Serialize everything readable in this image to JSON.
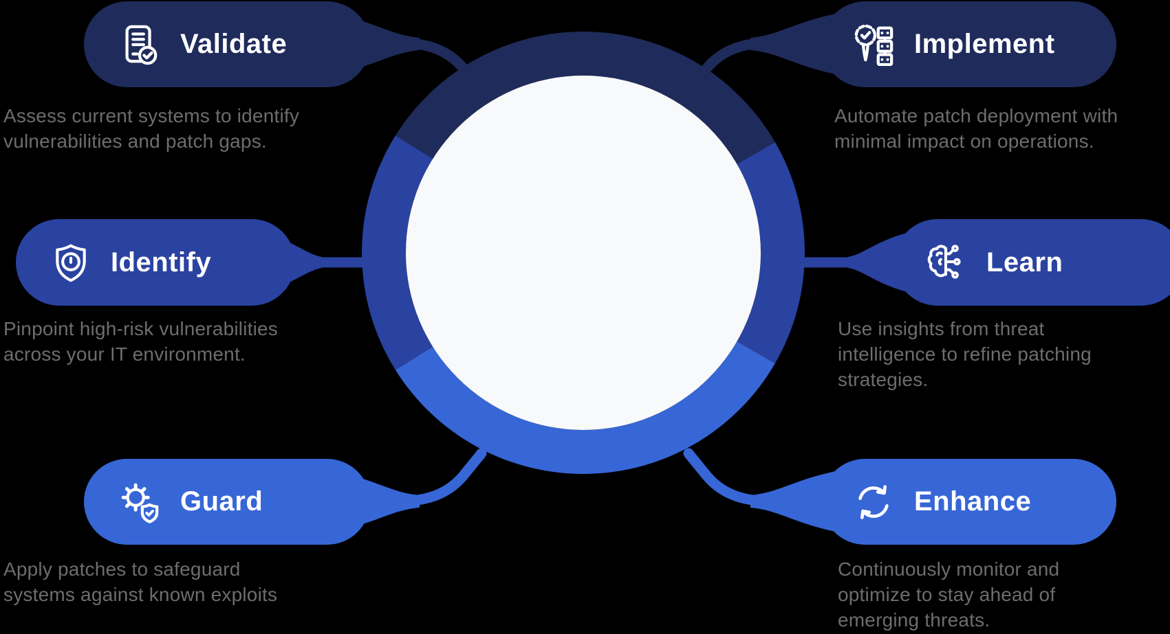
{
  "diagram_title": "",
  "colors": {
    "background": "#000000",
    "navy": "#1f2b5b",
    "medium_blue": "#2a42a0",
    "bright_blue": "#3766d6",
    "center_fill": "#f8f9fa",
    "label_text": "#ffffff",
    "description_text": "#6d6d6d"
  },
  "ring": {
    "center_color": "#f8f9fa",
    "segments": [
      {
        "name": "top",
        "color": "#1f2b5b"
      },
      {
        "name": "left",
        "color": "#2a42a0"
      },
      {
        "name": "bottom",
        "color": "#3766d6"
      },
      {
        "name": "right",
        "color": "#2a42a0"
      }
    ]
  },
  "steps": [
    {
      "id": "validate",
      "label": "Validate",
      "description": "Assess current systems to identify\nvulnerabilities and patch gaps.",
      "icon": "document-check-icon",
      "position": "top-left",
      "color": "#1f2b5b"
    },
    {
      "id": "implement",
      "label": "Implement",
      "description": "Automate patch deployment with\nminimal impact on operations.",
      "icon": "patch-deploy-icon",
      "position": "top-right",
      "color": "#1f2b5b"
    },
    {
      "id": "identify",
      "label": "Identify",
      "description": "Pinpoint high-risk vulnerabilities\nacross your IT environment.",
      "icon": "shield-alert-icon",
      "position": "middle-left",
      "color": "#2a42a0"
    },
    {
      "id": "learn",
      "label": "Learn",
      "description": "Use insights from threat\nintelligence to refine patching\nstrategies.",
      "icon": "ai-brain-icon",
      "position": "middle-right",
      "color": "#2a42a0"
    },
    {
      "id": "guard",
      "label": "Guard",
      "description": "Apply patches to safeguard\nsystems against known exploits",
      "icon": "gear-shield-icon",
      "position": "bottom-left",
      "color": "#3766d6"
    },
    {
      "id": "enhance",
      "label": "Enhance",
      "description": "Continuously monitor and\noptimize to stay ahead of\nemerging threats.",
      "icon": "sync-arrows-icon",
      "position": "bottom-right",
      "color": "#3766d6"
    }
  ]
}
